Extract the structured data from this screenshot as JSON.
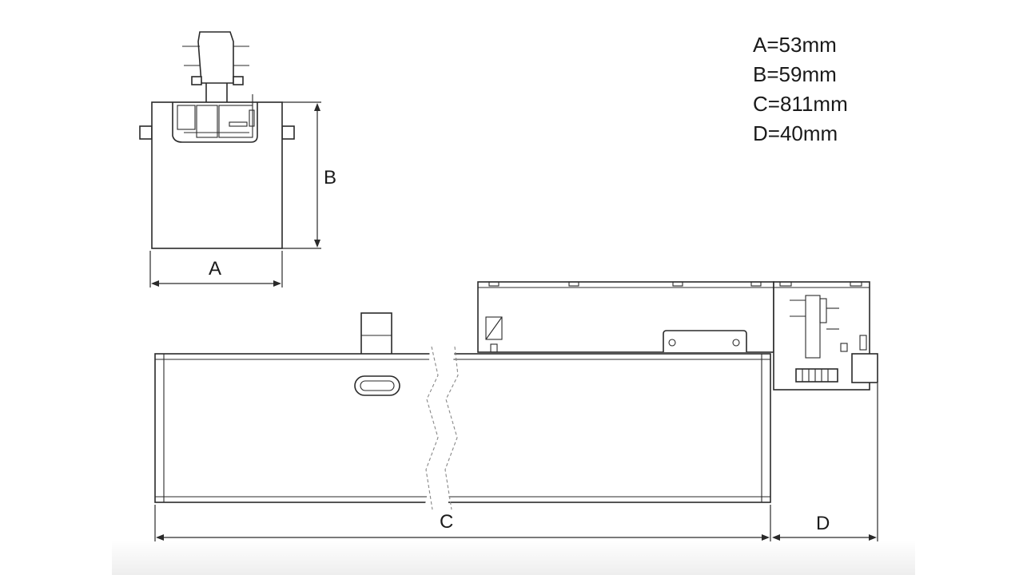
{
  "legend": [
    "A=53mm",
    "B=59mm",
    "C=811mm",
    "D=40mm"
  ],
  "labels": {
    "a": "A",
    "b": "B",
    "c": "C",
    "d": "D"
  }
}
